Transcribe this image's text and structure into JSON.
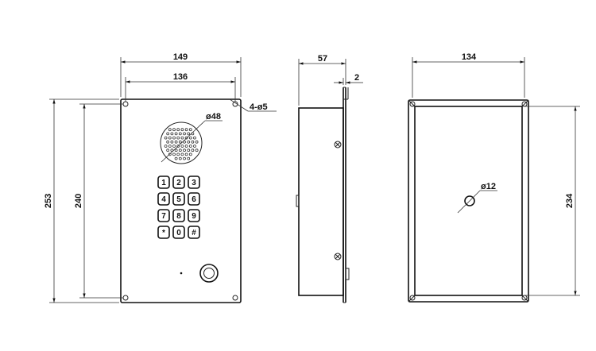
{
  "front_view": {
    "dim_width_outer": "149",
    "dim_width_inner": "136",
    "dim_height_outer": "253",
    "dim_height_inner": "240",
    "mount_holes": "4-ø5",
    "speaker_dia": "ø48",
    "keypad_keys": [
      "1",
      "2",
      "3",
      "4",
      "5",
      "6",
      "7",
      "8",
      "9",
      "*",
      "0",
      "#"
    ]
  },
  "side_view": {
    "dim_depth": "57",
    "dim_flange": "2"
  },
  "back_view": {
    "dim_width": "134",
    "dim_height": "234",
    "hole_dia": "ø12"
  }
}
